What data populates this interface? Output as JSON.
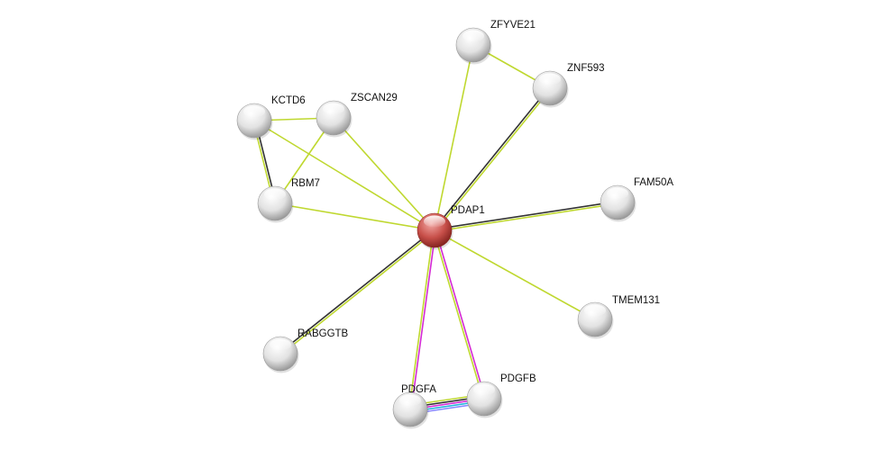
{
  "colors": {
    "textmining": "#bfd830",
    "coexpression": "#333333",
    "experiments": "#d42ad4",
    "databases": "#25b4dc",
    "homology": "#8a8aff",
    "query_node": "#c0403c",
    "node": "#e6e6e6"
  },
  "nodes": [
    {
      "id": "PDAP1",
      "label": "PDAP1",
      "query": true
    },
    {
      "id": "ZFYVE21",
      "label": "ZFYVE21"
    },
    {
      "id": "ZNF593",
      "label": "ZNF593"
    },
    {
      "id": "KCTD6",
      "label": "KCTD6"
    },
    {
      "id": "ZSCAN29",
      "label": "ZSCAN29"
    },
    {
      "id": "RBM7",
      "label": "RBM7"
    },
    {
      "id": "FAM50A",
      "label": "FAM50A"
    },
    {
      "id": "TMEM131",
      "label": "TMEM131"
    },
    {
      "id": "RABGGTB",
      "label": "RABGGTB"
    },
    {
      "id": "PDGFA",
      "label": "PDGFA"
    },
    {
      "id": "PDGFB",
      "label": "PDGFB"
    }
  ],
  "edges": [
    {
      "a": "PDAP1",
      "b": "ZFYVE21",
      "evidence": [
        "textmining"
      ]
    },
    {
      "a": "PDAP1",
      "b": "ZNF593",
      "evidence": [
        "coexpression",
        "textmining"
      ]
    },
    {
      "a": "ZFYVE21",
      "b": "ZNF593",
      "evidence": [
        "textmining"
      ]
    },
    {
      "a": "PDAP1",
      "b": "FAM50A",
      "evidence": [
        "coexpression",
        "textmining"
      ]
    },
    {
      "a": "PDAP1",
      "b": "TMEM131",
      "evidence": [
        "textmining"
      ]
    },
    {
      "a": "PDAP1",
      "b": "RABGGTB",
      "evidence": [
        "textmining",
        "coexpression"
      ]
    },
    {
      "a": "PDAP1",
      "b": "PDGFA",
      "evidence": [
        "experiments",
        "textmining"
      ]
    },
    {
      "a": "PDAP1",
      "b": "PDGFB",
      "evidence": [
        "experiments",
        "textmining"
      ]
    },
    {
      "a": "PDGFA",
      "b": "PDGFB",
      "evidence": [
        "textmining",
        "coexpression",
        "experiments",
        "databases",
        "homology"
      ]
    },
    {
      "a": "PDAP1",
      "b": "KCTD6",
      "evidence": [
        "textmining"
      ]
    },
    {
      "a": "PDAP1",
      "b": "ZSCAN29",
      "evidence": [
        "textmining"
      ]
    },
    {
      "a": "PDAP1",
      "b": "RBM7",
      "evidence": [
        "textmining"
      ]
    },
    {
      "a": "KCTD6",
      "b": "ZSCAN29",
      "evidence": [
        "textmining"
      ]
    },
    {
      "a": "KCTD6",
      "b": "RBM7",
      "evidence": [
        "coexpression",
        "textmining"
      ]
    },
    {
      "a": "ZSCAN29",
      "b": "RBM7",
      "evidence": [
        "textmining"
      ]
    }
  ]
}
